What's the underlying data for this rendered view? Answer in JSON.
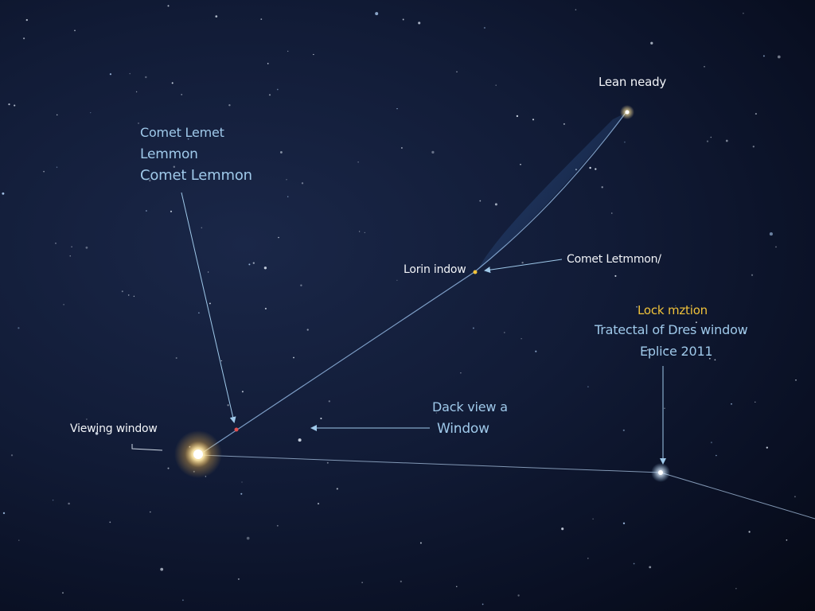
{
  "labels": {
    "top_right": "Lean neady",
    "comet_line1": "Comet Lemet",
    "comet_line2": "Lemmon",
    "comet_line3": "Comet Lemmon",
    "mid_left": "Lorin indow",
    "mid_right": "Comet Letmmon/",
    "right_line1": "Lock mztion",
    "right_line2": "Tratectal of Dres window",
    "right_line3": "Eplice 2011",
    "center_line1": "Dack view a",
    "center_line2": "Window",
    "bottom_left": "Viewing window"
  },
  "colors": {
    "background": "#0b1226",
    "label_white": "#f2f4f8",
    "label_blue": "#9fc9ea",
    "label_yellow": "#f0c23a",
    "trajectory": "#8fb4de",
    "sun_glow": "#ffd27a"
  }
}
